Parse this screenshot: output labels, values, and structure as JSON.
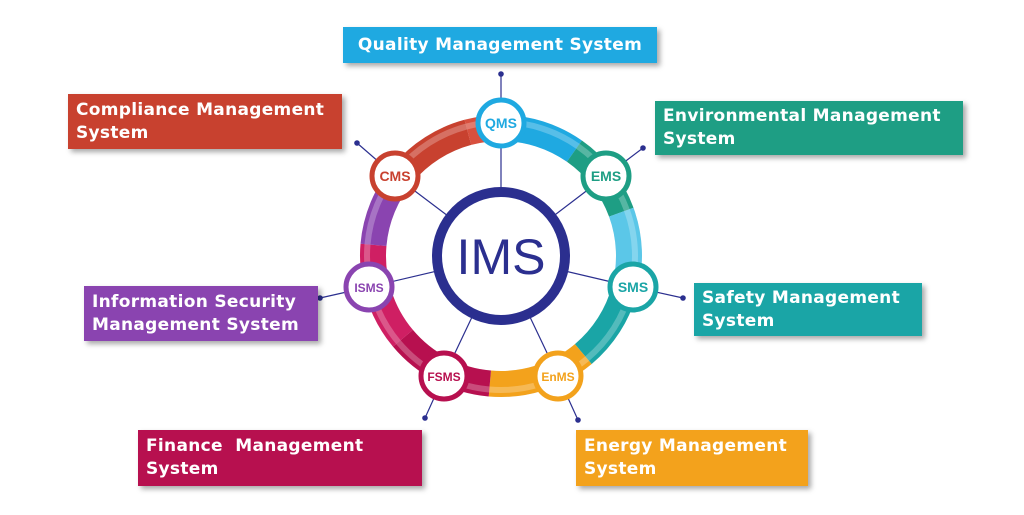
{
  "center": {
    "label": "IMS",
    "color": "#2b2f8f"
  },
  "nodes": [
    {
      "id": "qms",
      "abbr": "QMS",
      "title": "Quality Management System",
      "title_lines": [
        "Quality Management System"
      ],
      "color": "#1fa9e1"
    },
    {
      "id": "ems",
      "abbr": "EMS",
      "title": "Environmental Management System",
      "title_lines": [
        "Environmental Management",
        "System"
      ],
      "color": "#1e9e84"
    },
    {
      "id": "sms",
      "abbr": "SMS",
      "title": "Safety Management System",
      "title_lines": [
        "Safety Management",
        "System"
      ],
      "color": "#1aa5a6"
    },
    {
      "id": "enms",
      "abbr": "EnMS",
      "title": "Energy Management System",
      "title_lines": [
        "Energy Management",
        "System"
      ],
      "color": "#f3a21c"
    },
    {
      "id": "fsms",
      "abbr": "FSMS",
      "title": "Finance  Management System",
      "title_lines": [
        "Finance  Management",
        "System"
      ],
      "color": "#b7104f"
    },
    {
      "id": "isms",
      "abbr": "ISMS",
      "title": "Information Security Management System",
      "title_lines": [
        "Information Security",
        "Management System"
      ],
      "color": "#8a44b0"
    },
    {
      "id": "cms",
      "abbr": "CMS",
      "title": "Compliance Management System",
      "title_lines": [
        "Compliance Management",
        "System"
      ],
      "color": "#c8412f"
    }
  ]
}
